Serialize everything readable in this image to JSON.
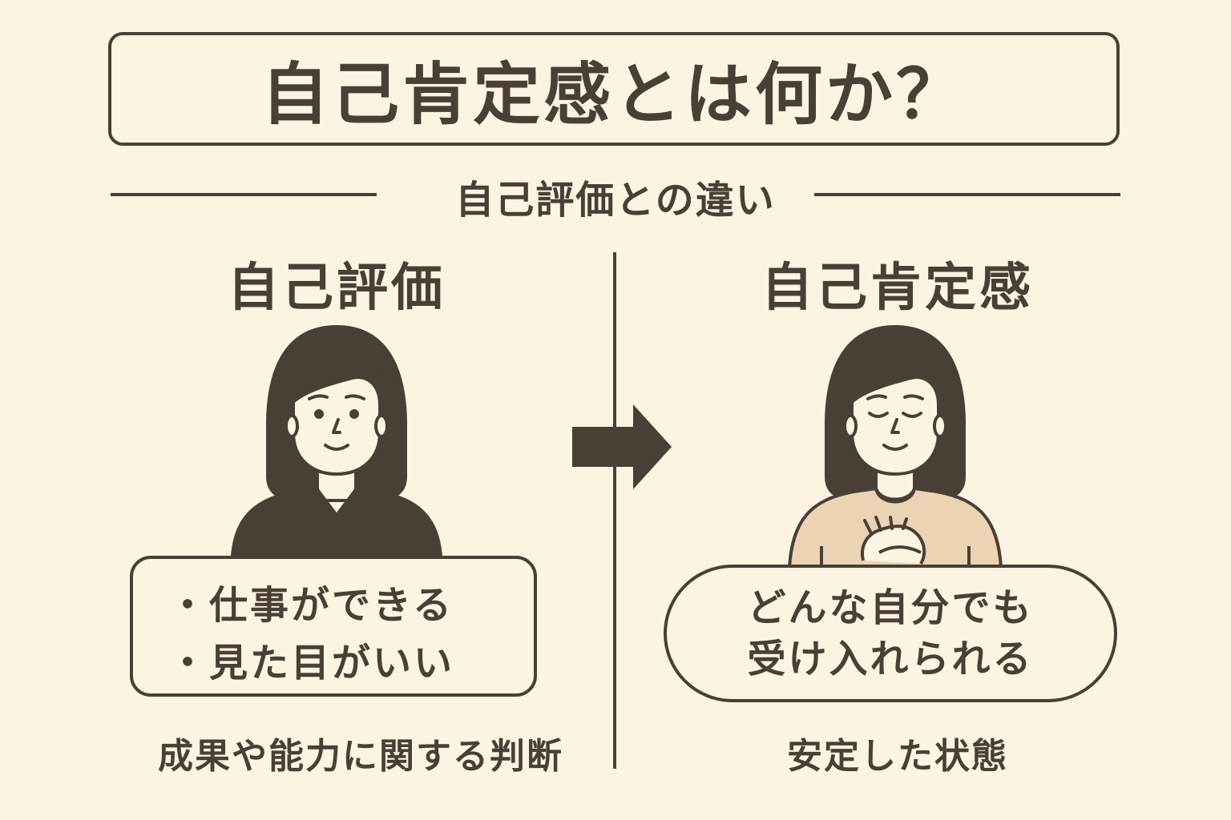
{
  "title": "自己肯定感とは何か？",
  "subtitle": "自己評価との違い",
  "left": {
    "heading": "自己評価",
    "bullets": [
      "・仕事ができる",
      "・見た目がいい"
    ],
    "caption": "成果や能力に関する判断"
  },
  "right": {
    "heading": "自己肯定感",
    "lines": [
      "どんな自分でも",
      "受け入れられる"
    ],
    "caption": "安定した状態"
  },
  "icons": {
    "left_figure": "woman-smiling-icon",
    "right_figure": "woman-eyes-closed-hands-on-chest-icon",
    "arrow": "arrow-right-icon"
  },
  "colors": {
    "background": "#fdf3e3",
    "ink": "#4a3f35",
    "sweater": "#ecd3b4"
  }
}
